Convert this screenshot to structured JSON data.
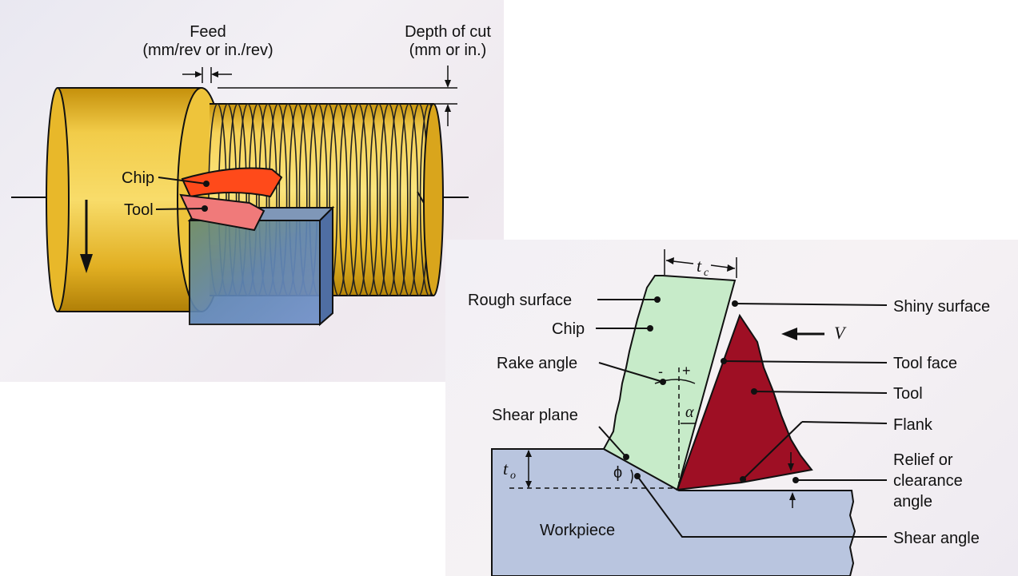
{
  "turning": {
    "feed_title": "Feed",
    "feed_units": "(mm/rev or in./rev)",
    "depth_title": "Depth of cut",
    "depth_units": "(mm or in.)",
    "chip_label": "Chip",
    "tool_label": "Tool"
  },
  "cutting": {
    "tc_symbol": "t",
    "tc_sub": "c",
    "rough_surface": "Rough surface",
    "chip": "Chip",
    "rake_angle": "Rake angle",
    "shear_plane": "Shear plane",
    "shiny_surface": "Shiny surface",
    "velocity": "V",
    "tool_face": "Tool face",
    "tool": "Tool",
    "flank": "Flank",
    "relief_line1": "Relief or",
    "relief_line2": "clearance",
    "relief_line3": "angle",
    "shear_angle": "Shear angle",
    "workpiece": "Workpiece",
    "to_symbol": "t",
    "to_sub": "o",
    "phi": "ϕ",
    "alpha": "α",
    "minus": "-",
    "plus": "+"
  },
  "colors": {
    "cylinder_gold": "#f1c232",
    "cylinder_dark": "#c99a12",
    "chip_red": "#ff4a1a",
    "tool_pink": "#f07a7a",
    "tool_block_blue": "#6f8fc8",
    "chip_green": "#bfe6c4",
    "tool_darkred": "#9e0f24",
    "workpiece_blue": "#b9c5df"
  }
}
